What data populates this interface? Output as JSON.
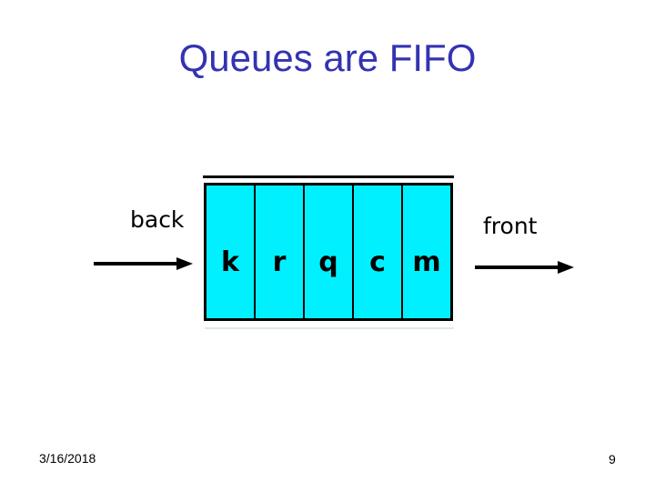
{
  "slide": {
    "title": "Queues are FIFO",
    "date": "3/16/2018",
    "page_number": "9"
  },
  "diagram": {
    "back_label": "back",
    "front_label": "front",
    "cells": [
      "k",
      "r",
      "q",
      "c",
      "m"
    ]
  },
  "colors": {
    "title_color": "#3333b2",
    "cell_fill": "#00f0ff",
    "border": "#000000"
  }
}
